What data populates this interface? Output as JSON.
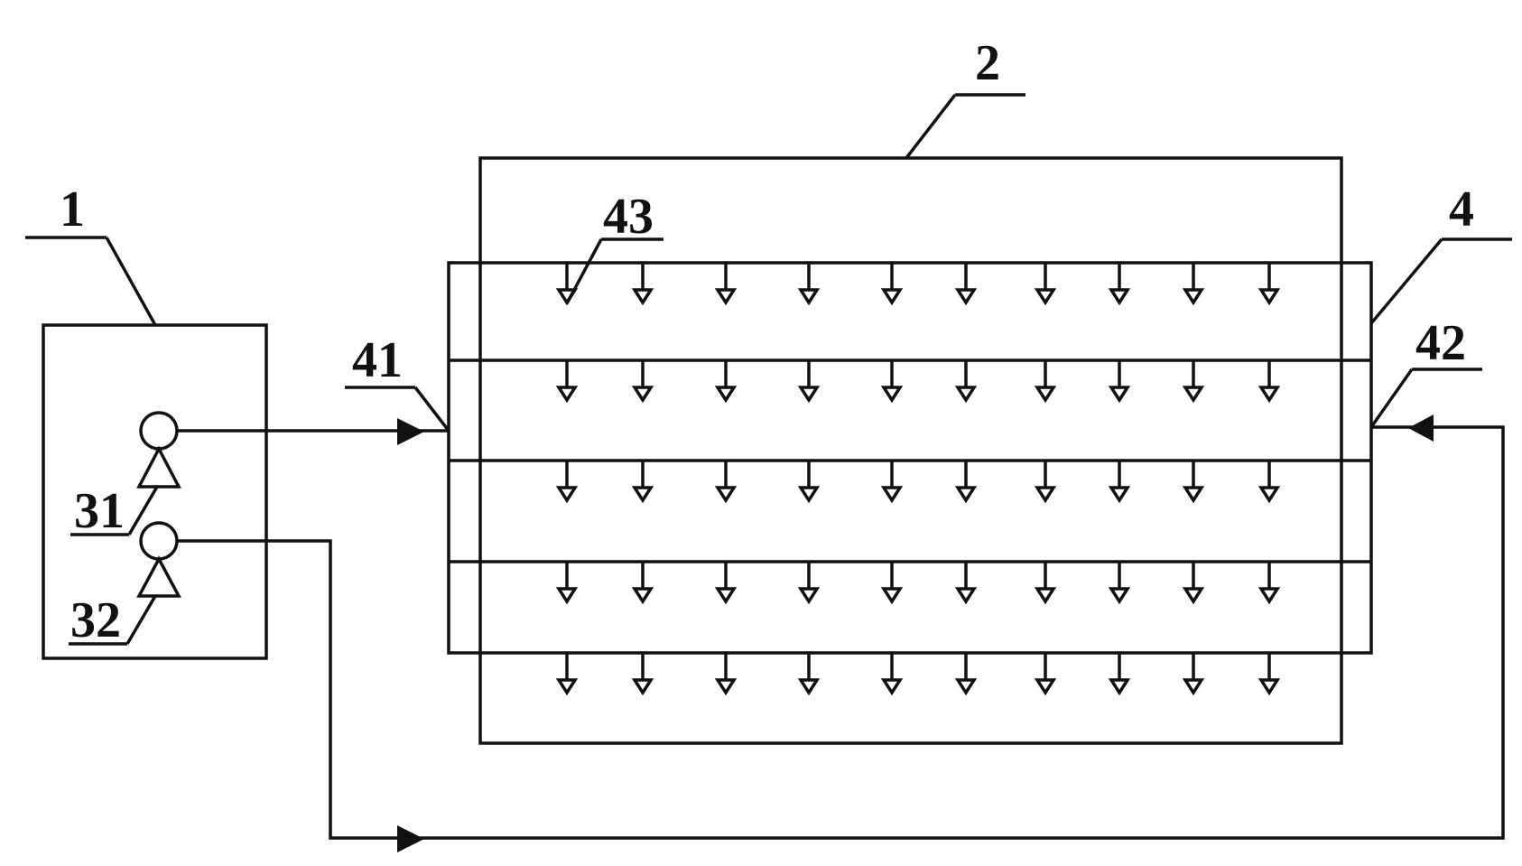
{
  "labels": {
    "control_box": "1",
    "tank": "2",
    "pipe_network": "4",
    "pump_a": "31",
    "pump_b": "32",
    "inlet": "41",
    "return_inlet": "42",
    "nozzle": "43"
  },
  "nozzle_rows": 5,
  "nozzles_per_row": 10,
  "colors": {
    "ink": "#111111",
    "background": "#ffffff"
  }
}
